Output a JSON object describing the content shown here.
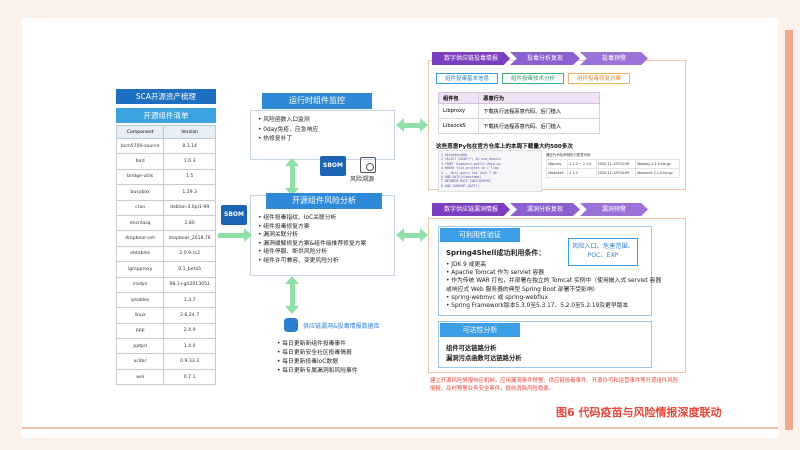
{
  "left": {
    "sca_title": "SCA开源资产梳理",
    "list_title": "开源组件清单",
    "headers": [
      "Component",
      "Version"
    ],
    "rows": [
      [
        "bcm5700-source",
        "8.3.14"
      ],
      [
        "bird",
        "1.6.3"
      ],
      [
        "bridge-utils",
        "1.5"
      ],
      [
        "busybox",
        "1.29.3"
      ],
      [
        "cron",
        "debian-3.0pl1-99"
      ],
      [
        "dnsmasq",
        "2.80"
      ],
      [
        "dropbear-ssh",
        "dropbear_2018.76"
      ],
      [
        "ebtables",
        "2.0.9-rc2"
      ],
      [
        "igmpproxy",
        "0.1_beta5"
      ],
      [
        "iradyn",
        "98.1+git2013051"
      ],
      [
        "iptables",
        "1.3.7"
      ],
      [
        "linux",
        "2.6.24.7"
      ],
      [
        "ppp",
        "2.4.9"
      ],
      [
        "pptpd",
        "1.4.0"
      ],
      [
        "uclibc",
        "0.9.33.2"
      ],
      [
        "wol",
        "0.7.1"
      ]
    ]
  },
  "middle": {
    "monitor_title": "运行时组件监控",
    "monitor_items": [
      "• 风险函数入口监测",
      "• 0day免疫、应急响应",
      "• 热修复补丁"
    ],
    "sbom_label": "SBOM",
    "risk_source_label": "风险溯源",
    "risk_title": "开源组件风险分析",
    "risk_items": [
      "• 组件投毒指纹、IoC关联分析",
      "• 组件投毒修复方案",
      "• 漏洞关联分析",
      "• 漏洞缓解修复方案&组件级推荐修复方案",
      "• 组件停服、断供风险分析",
      "• 组件许可兼容、变更风险分析"
    ],
    "db_label": "供应链漏洞&投毒情报数据库",
    "daily_items": [
      "• 每日更新新组件投毒事件",
      "• 每日更新安全社区投毒情报",
      "• 每日更新投毒IoC数据",
      "• 每日更新专属漏洞和风险事件"
    ]
  },
  "right_top": {
    "steps": [
      "数字供应链投毒情报",
      "投毒分析复现",
      "投毒预警"
    ],
    "tags": [
      "组件投毒基本信息",
      "组件投毒技术分析",
      "组件投毒修复方案"
    ],
    "table_headers": [
      "组件包",
      "恶意行为"
    ],
    "table_rows": [
      [
        "Libproxy",
        "下载执行远程恶意代码、后门植入"
      ],
      [
        "LibsockS",
        "下载执行远程恶意代码、后门植入"
      ]
    ],
    "note": "这些恶意Py包在官方仓库上的本周下载量大约500多次",
    "code_lines": [
      "1  #standardSQL",
      "2  SELECT COUNT(*) AS num_downlo",
      "3  FROM `bigquery-public-data.py",
      "4  WHERE file.project in ('libp",
      "5    -- Only query the last 7 da",
      "6    AND DATE(timestamp)",
      "7    BETWEEN DATE_SUB(CURRENT_",
      "8    AND CURRENT_DATE()"
    ],
    "mini_caption": "通过PyPI包声明执行恶意代码",
    "mini_rows": [
      [
        "libproxy",
        "2.1.0 ~ 2.1.0",
        "2020-11-19T03:08",
        "libproxy-2.1.0.tar.gz"
      ],
      [
        "libsocks5",
        "2.1.0",
        "2020-11-19T03:09",
        "libsocks5-2.1.0.tar.gz"
      ]
    ]
  },
  "right_bottom": {
    "steps": [
      "数字供应链漏洞情报",
      "漏洞分析复现",
      "漏洞预警"
    ],
    "exploit_header": "可利用性验证",
    "cond_title": "Spring4Shell成功利用条件：",
    "exploit_items": [
      "• JDK 9 或更高",
      "• Apache Tomcat 作为 servlet 容器",
      "• 作为传统 WAR 打包，并部署在独立的 Tomcat 实例中（使用嵌入式 servlet 容器",
      "  或响应式 Web 服务器的典型 Spring Boot 部署不受影响）",
      "• spring-webmvc 或 spring-webflux",
      "• Spring Framework版本5.3.0至5.3.17、5.2.0至5.2.19及更早版本"
    ],
    "pill_text": "风险入口、危害范围、POC、EXP",
    "reach_header": "可达性分析",
    "reach_lines": [
      "组件可达链路分析",
      "漏洞污点函数可达链路分析"
    ]
  },
  "red_note": "建立开源风险情报响应机制，应用漏洞事件预警、供应链投毒事件、开源许可和运营事件等开源组件风险情报，及时预警业务安全事件，提前消除风险隐患。",
  "figure_title": "图6 代码疫苗与风险情报深度联动",
  "colors": {
    "blue": "#2e8ad8",
    "purple": "#7b3fbf",
    "red": "#e8483c",
    "green_arrow": "#8fe0a8"
  }
}
